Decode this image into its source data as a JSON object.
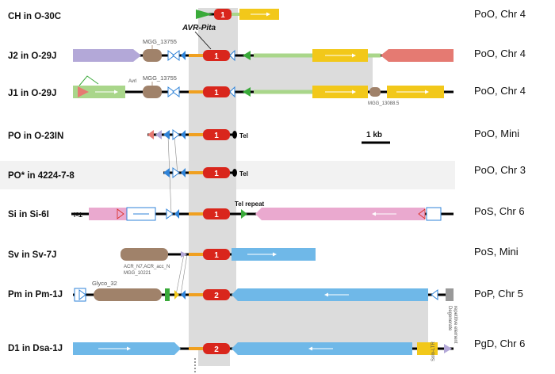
{
  "rows": [
    {
      "label": "CH in O-30C",
      "right": "PoO, Chr 4",
      "gene_num": "1"
    },
    {
      "label": "J2 in O-29J",
      "right": "PoO, Chr 4",
      "gene_num": "1"
    },
    {
      "label": "J1 in O-29J",
      "right": "PoO, Chr 4",
      "gene_num": "1"
    },
    {
      "label": "PO in O-23IN",
      "right": "PoO, Mini",
      "gene_num": "1"
    },
    {
      "label": "PO* in 4224-7-8",
      "right": "PoO, Chr 3",
      "gene_num": "1"
    },
    {
      "label": "Si in Si-6I",
      "right": "PoS, Chr 6",
      "gene_num": "1"
    },
    {
      "label": "Sv in Sv-7J",
      "right": "PoS, Mini",
      "gene_num": "1"
    },
    {
      "label": "Pm in Pm-1J",
      "right": "PoP, Chr 5",
      "gene_num": "2"
    },
    {
      "label": "D1 in Dsa-1J",
      "right": "PgD, Chr 6",
      "gene_num": "2"
    }
  ],
  "annotations": {
    "avr_pita": "AVR-Pita",
    "mgg_13755_a": "MGG_13755",
    "mgg_13755_b": "MGG_13755",
    "avrl": "AvrI",
    "mgg_13088": "MGG_13088.5",
    "tel_po": "Tel",
    "tel_pos": "Tel",
    "tel_si": "Tel",
    "tel_repeat": "Tel repeat",
    "mgg_10221": "MGG_10221",
    "mgg_10221_sub": "ACR_N7,ACR_acc_N",
    "glyco": "Glyco_32",
    "scale": "1 kb",
    "solo_ltr": "Solo-LTR",
    "pm_right_note1": "Degenerate",
    "pm_right_note2": "repetitive element"
  },
  "colors": {
    "avr_red": "#d9261c",
    "orange": "#f0a020",
    "green": "#3aaa3a",
    "yellow": "#f2c81a",
    "lightgreen": "#a9d68a",
    "purple": "#b3a8d8",
    "salmon": "#e57a72",
    "brown": "#a0826a",
    "pink": "#eaa9cf",
    "skyblue": "#6fb8e8",
    "shade": "#dcdcdc",
    "blue_arrow": "#2f83d8"
  }
}
